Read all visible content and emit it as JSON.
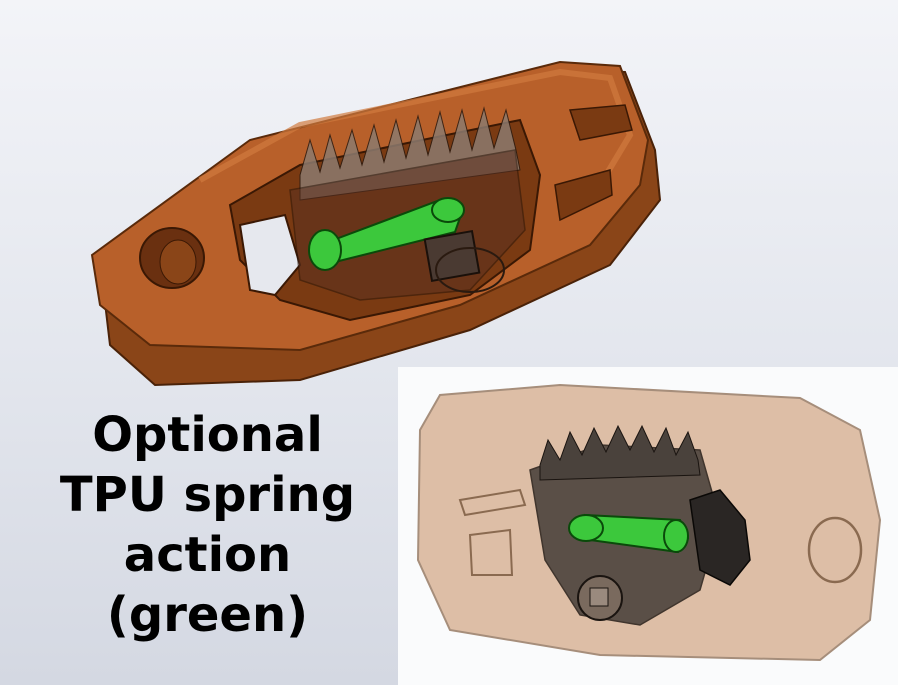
{
  "caption": {
    "line1": "Optional",
    "line2": "TPU spring",
    "line3": "action",
    "line4": "(green)"
  },
  "colors": {
    "housing_orange": "#b8602a",
    "housing_dark": "#7a3a12",
    "spring_green": "#3cc83c",
    "transparent_tan": "#d4aa8a",
    "gear_dark": "#3a3430",
    "background": "#e4e7ee"
  }
}
